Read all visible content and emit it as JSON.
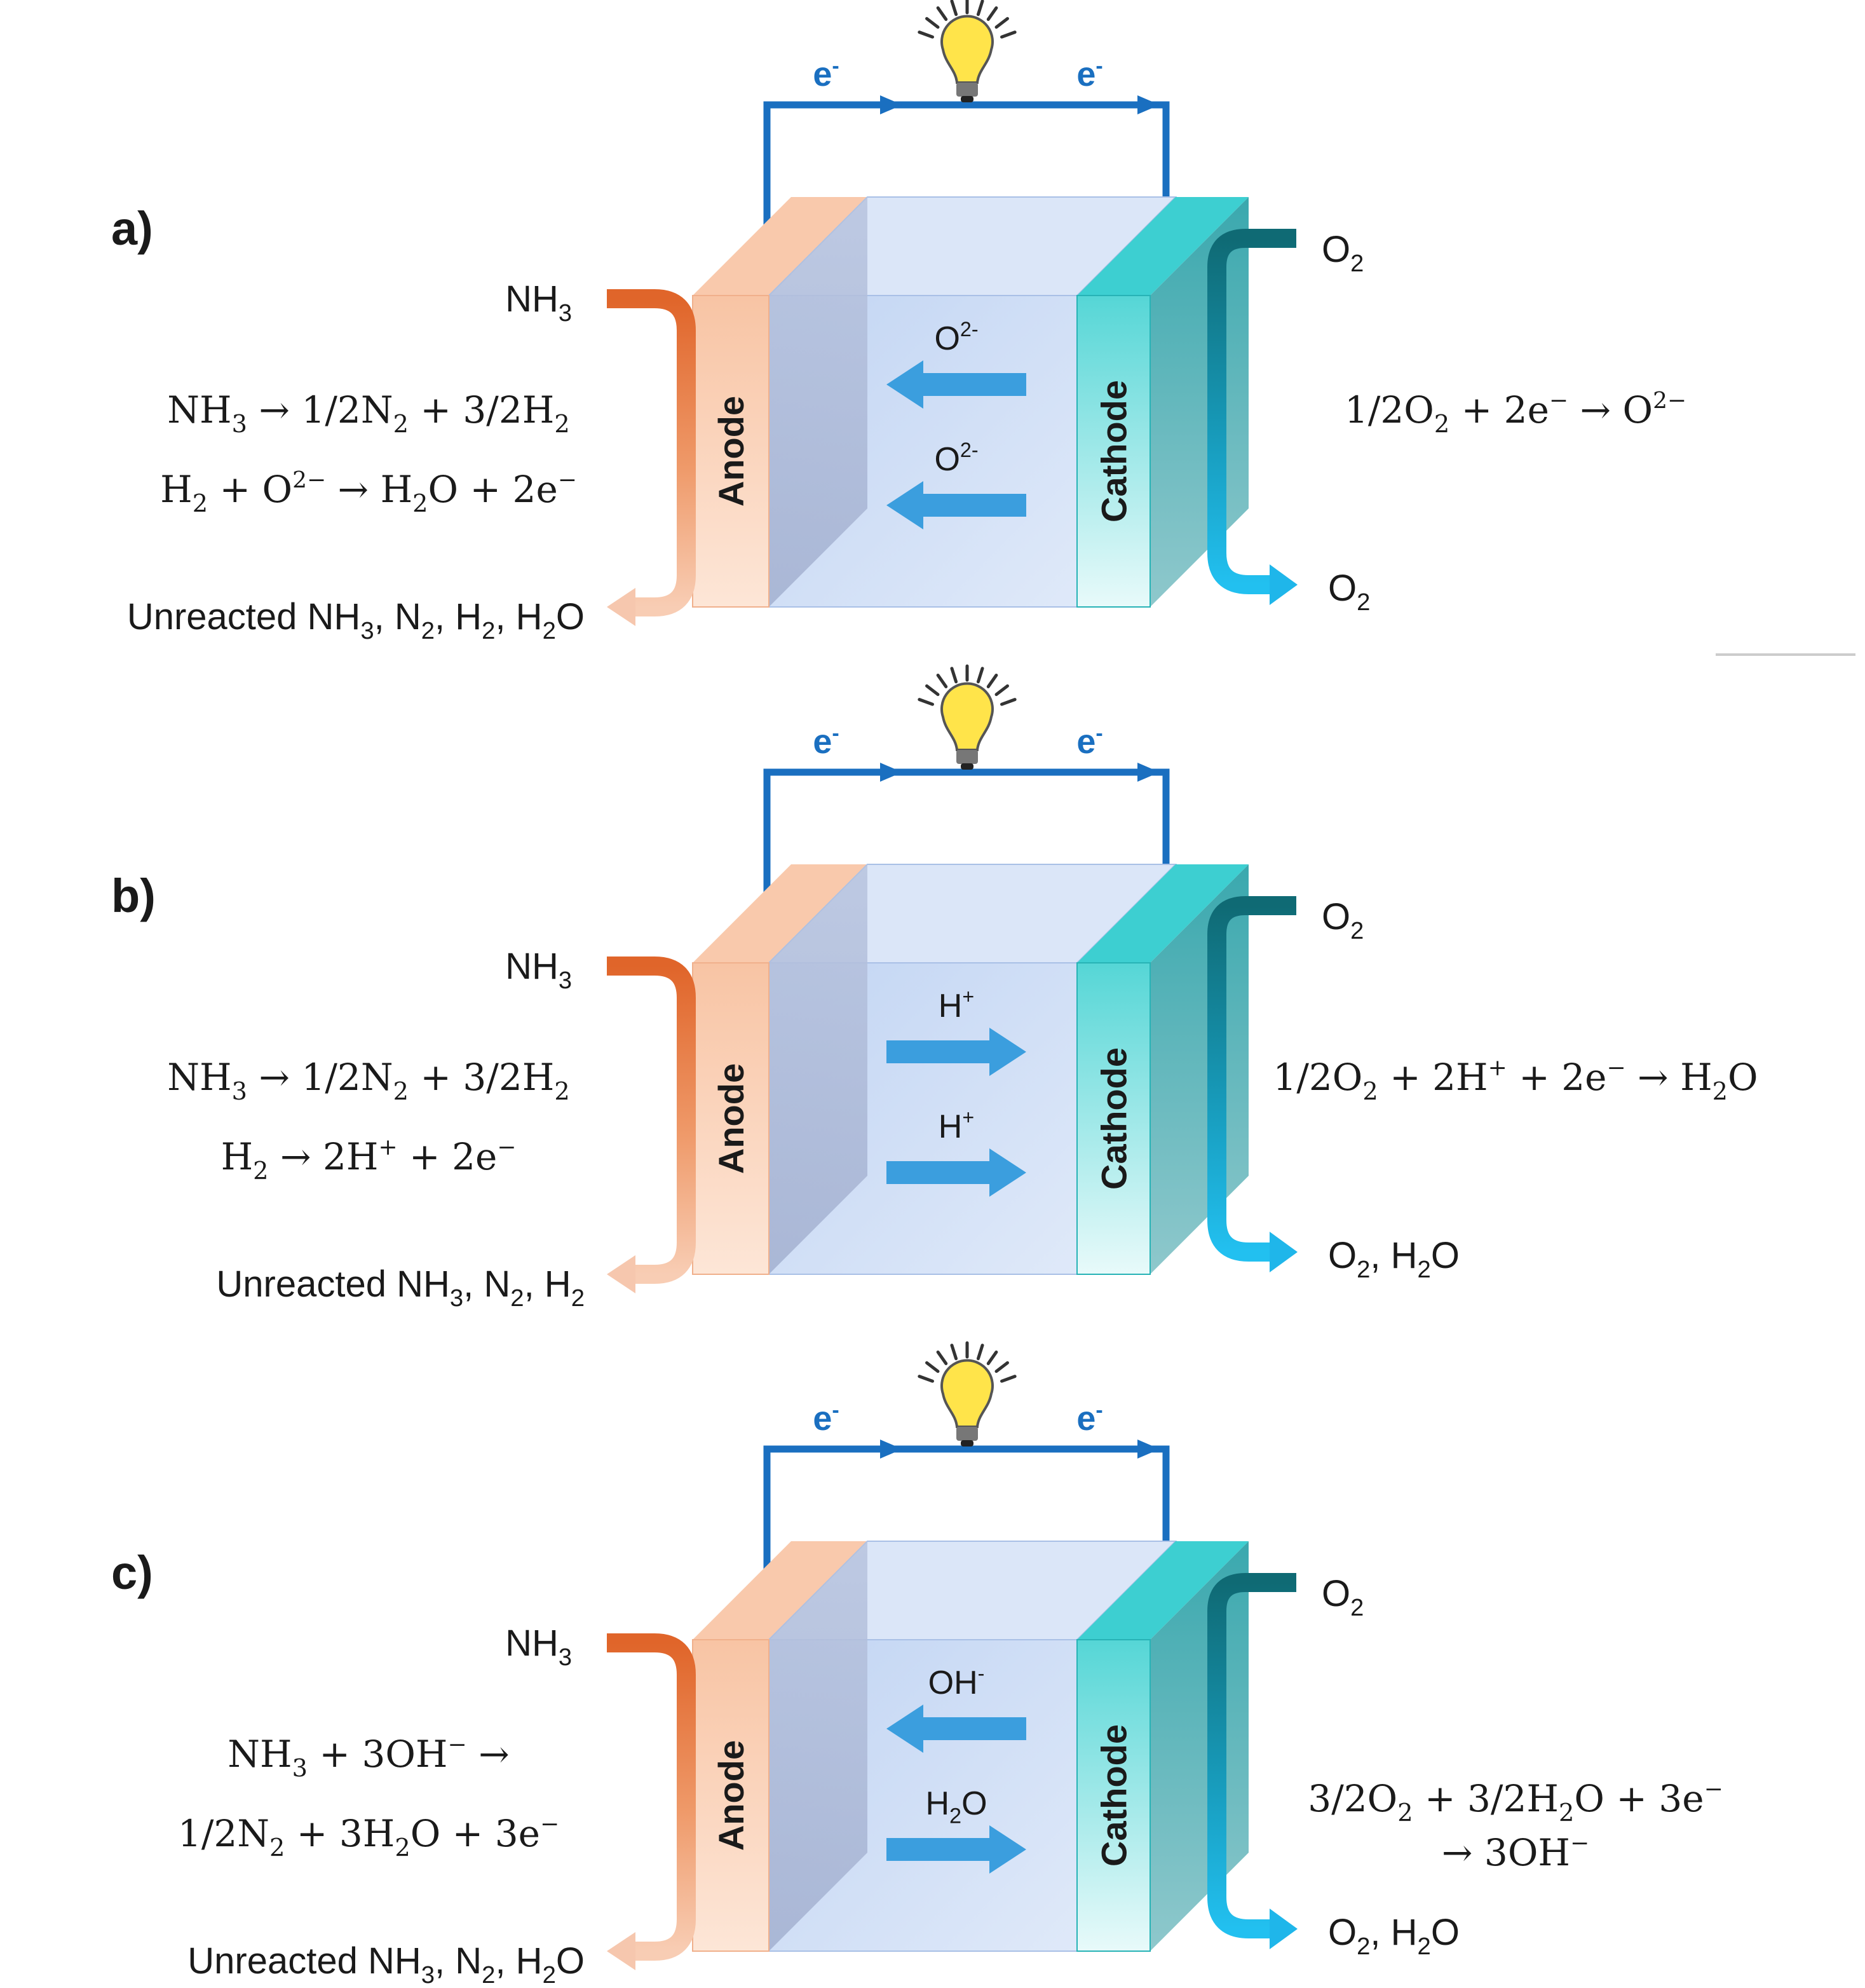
{
  "panels": [
    {
      "label": "a)",
      "electron_left": "e",
      "electron_right": "e",
      "electron_charge": "-",
      "anode_label": "Anode",
      "cathode_label": "Cathode",
      "fuel_in": {
        "base": "NH",
        "sub": "3"
      },
      "exhaust": [
        {
          "t": "Unreacted NH"
        },
        {
          "t": "3",
          "sub": true
        },
        {
          "t": ", N"
        },
        {
          "t": "2",
          "sub": true
        },
        {
          "t": ", H"
        },
        {
          "t": "2",
          "sub": true
        },
        {
          "t": ", H"
        },
        {
          "t": "2",
          "sub": true
        },
        {
          "t": "O"
        }
      ],
      "oxidant_in": {
        "base": "O",
        "sub": "2"
      },
      "oxidant_out": [
        {
          "t": "O"
        },
        {
          "t": "2",
          "sub": true
        }
      ],
      "ion_arrows": [
        {
          "label": [
            {
              "t": "O"
            },
            {
              "t": "2-",
              "sup": true
            }
          ],
          "direction": "left"
        },
        {
          "label": [
            {
              "t": "O"
            },
            {
              "t": "2-",
              "sup": true
            }
          ],
          "direction": "left"
        }
      ],
      "anode_equations": [
        [
          {
            "t": "NH"
          },
          {
            "t": "3",
            "sub": true
          },
          {
            "t": " → 1/2N"
          },
          {
            "t": "2",
            "sub": true
          },
          {
            "t": " + 3/2H"
          },
          {
            "t": "2",
            "sub": true
          }
        ],
        [
          {
            "t": "H"
          },
          {
            "t": "2",
            "sub": true
          },
          {
            "t": " + O"
          },
          {
            "t": "2−",
            "sup": true
          },
          {
            "t": " → H"
          },
          {
            "t": "2",
            "sub": true
          },
          {
            "t": "O + 2e"
          },
          {
            "t": "−",
            "sup": true
          }
        ]
      ],
      "cathode_equations": [
        [
          {
            "t": "1/2O"
          },
          {
            "t": "2",
            "sub": true
          },
          {
            "t": " + 2e"
          },
          {
            "t": "−",
            "sup": true
          },
          {
            "t": " → O"
          },
          {
            "t": "2−",
            "sup": true
          }
        ]
      ]
    },
    {
      "label": "b)",
      "electron_left": "e",
      "electron_right": "e",
      "electron_charge": "-",
      "anode_label": "Anode",
      "cathode_label": "Cathode",
      "fuel_in": {
        "base": "NH",
        "sub": "3"
      },
      "exhaust": [
        {
          "t": "Unreacted NH"
        },
        {
          "t": "3",
          "sub": true
        },
        {
          "t": ", N"
        },
        {
          "t": "2",
          "sub": true
        },
        {
          "t": ", H"
        },
        {
          "t": "2",
          "sub": true
        }
      ],
      "oxidant_in": {
        "base": "O",
        "sub": "2"
      },
      "oxidant_out": [
        {
          "t": "O"
        },
        {
          "t": "2",
          "sub": true
        },
        {
          "t": ", H"
        },
        {
          "t": "2",
          "sub": true
        },
        {
          "t": "O"
        }
      ],
      "ion_arrows": [
        {
          "label": [
            {
              "t": "H"
            },
            {
              "t": "+",
              "sup": true
            }
          ],
          "direction": "right"
        },
        {
          "label": [
            {
              "t": "H"
            },
            {
              "t": "+",
              "sup": true
            }
          ],
          "direction": "right"
        }
      ],
      "anode_equations": [
        [
          {
            "t": "NH"
          },
          {
            "t": "3",
            "sub": true
          },
          {
            "t": " → 1/2N"
          },
          {
            "t": "2",
            "sub": true
          },
          {
            "t": " + 3/2H"
          },
          {
            "t": "2",
            "sub": true
          }
        ],
        [
          {
            "t": "H"
          },
          {
            "t": "2",
            "sub": true
          },
          {
            "t": " → 2H"
          },
          {
            "t": "+",
            "sup": true
          },
          {
            "t": " + 2e"
          },
          {
            "t": "−",
            "sup": true
          }
        ]
      ],
      "cathode_equations": [
        [
          {
            "t": "1/2O"
          },
          {
            "t": "2",
            "sub": true
          },
          {
            "t": " + 2H"
          },
          {
            "t": "+",
            "sup": true
          },
          {
            "t": " + 2e"
          },
          {
            "t": "−",
            "sup": true
          },
          {
            "t": " → H"
          },
          {
            "t": "2",
            "sub": true
          },
          {
            "t": "O"
          }
        ]
      ]
    },
    {
      "label": "c)",
      "electron_left": "e",
      "electron_right": "e",
      "electron_charge": "-",
      "anode_label": "Anode",
      "cathode_label": "Cathode",
      "fuel_in": {
        "base": "NH",
        "sub": "3"
      },
      "exhaust": [
        {
          "t": "Unreacted NH"
        },
        {
          "t": "3",
          "sub": true
        },
        {
          "t": ", N"
        },
        {
          "t": "2",
          "sub": true
        },
        {
          "t": ", H"
        },
        {
          "t": "2",
          "sub": true
        },
        {
          "t": "O"
        }
      ],
      "oxidant_in": {
        "base": "O",
        "sub": "2"
      },
      "oxidant_out": [
        {
          "t": "O"
        },
        {
          "t": "2",
          "sub": true
        },
        {
          "t": ", H"
        },
        {
          "t": "2",
          "sub": true
        },
        {
          "t": "O"
        }
      ],
      "ion_arrows": [
        {
          "label": [
            {
              "t": "OH"
            },
            {
              "t": "-",
              "sup": true
            }
          ],
          "direction": "left"
        },
        {
          "label": [
            {
              "t": "H"
            },
            {
              "t": "2",
              "sub": true
            },
            {
              "t": "O"
            }
          ],
          "direction": "right"
        }
      ],
      "anode_equations": [
        [
          {
            "t": "NH"
          },
          {
            "t": "3",
            "sub": true
          },
          {
            "t": " + 3OH"
          },
          {
            "t": "−",
            "sup": true
          },
          {
            "t": " →"
          }
        ],
        [
          {
            "t": "1/2N"
          },
          {
            "t": "2",
            "sub": true
          },
          {
            "t": " + 3H"
          },
          {
            "t": "2",
            "sub": true
          },
          {
            "t": "O + 3e"
          },
          {
            "t": "−",
            "sup": true
          }
        ]
      ],
      "cathode_equations": [
        [
          {
            "t": "3/2O"
          },
          {
            "t": "2",
            "sub": true
          },
          {
            "t": " + 3/2H"
          },
          {
            "t": "2",
            "sub": true
          },
          {
            "t": "O + 3e"
          },
          {
            "t": "−",
            "sup": true
          }
        ],
        [
          {
            "t": "→ 3OH"
          },
          {
            "t": "−",
            "sup": true
          }
        ]
      ]
    }
  ],
  "colors": {
    "wire": "#1a6fc0",
    "ion_arrow": "#3b9ede",
    "fuel_in": "#e2692a",
    "exhaust": "#f6c7ae",
    "oxidant_in": "#13707a",
    "oxidant_out": "#1fb6ea",
    "anode": "#fad7c3",
    "cathode": "#2fc9c9",
    "electrolyte": "#c9dbf5",
    "bulb": "#ffe44a"
  }
}
